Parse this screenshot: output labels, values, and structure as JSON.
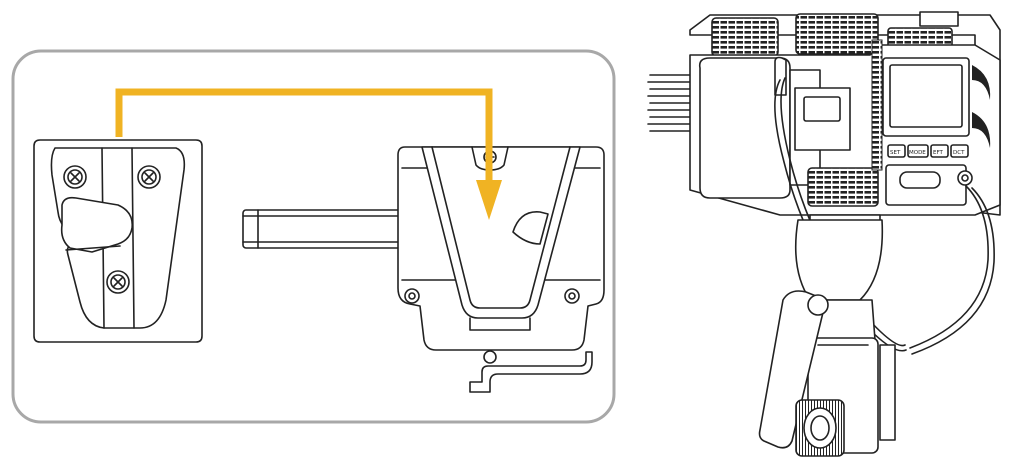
{
  "diagram": {
    "accent_color": "#f0b323",
    "panel_border_color": "#a8a8a8",
    "line_color": "#222222",
    "buttons": [
      {
        "label": "SET",
        "icon": "set-button-icon"
      },
      {
        "label": "MODE",
        "icon": "mode-button-icon"
      },
      {
        "label": "EFT",
        "icon": "effect-button-icon"
      },
      {
        "label": "DCT",
        "icon": "dct-button-icon"
      }
    ],
    "icons": [
      "screw-icon",
      "arrow-down-icon",
      "battery-plate-icon",
      "video-light-icon"
    ]
  }
}
